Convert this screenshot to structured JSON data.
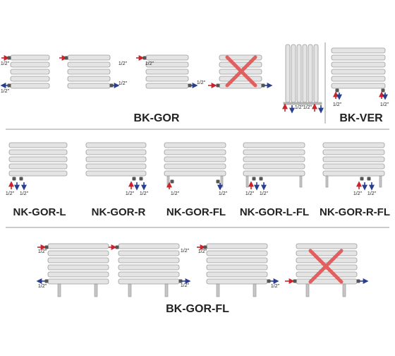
{
  "colors": {
    "hot": "#cc2229",
    "cold": "#2a3f8f",
    "cross": "#e06060"
  },
  "icons": [
    "radiator-icon",
    "valve-icon",
    "arrow-hot-icon",
    "arrow-cold-icon",
    "cross-icon"
  ],
  "connection_size": "1/2\"",
  "sections": {
    "bk_gor": {
      "title": "BK-GOR",
      "variants": 4,
      "unavailable": 1
    },
    "bk_ver": {
      "title": "BK-VER"
    },
    "nk_gor_l": {
      "title": "NK-GOR-L"
    },
    "nk_gor_r": {
      "title": "NK-GOR-R"
    },
    "nk_gor_fl": {
      "title": "NK-GOR-FL"
    },
    "nk_gor_l_fl": {
      "title": "NK-GOR-L-FL"
    },
    "nk_gor_r_fl": {
      "title": "NK-GOR-R-FL"
    },
    "bk_gor_fl": {
      "title": "BK-GOR-FL",
      "variants": 4,
      "unavailable": 1
    }
  }
}
